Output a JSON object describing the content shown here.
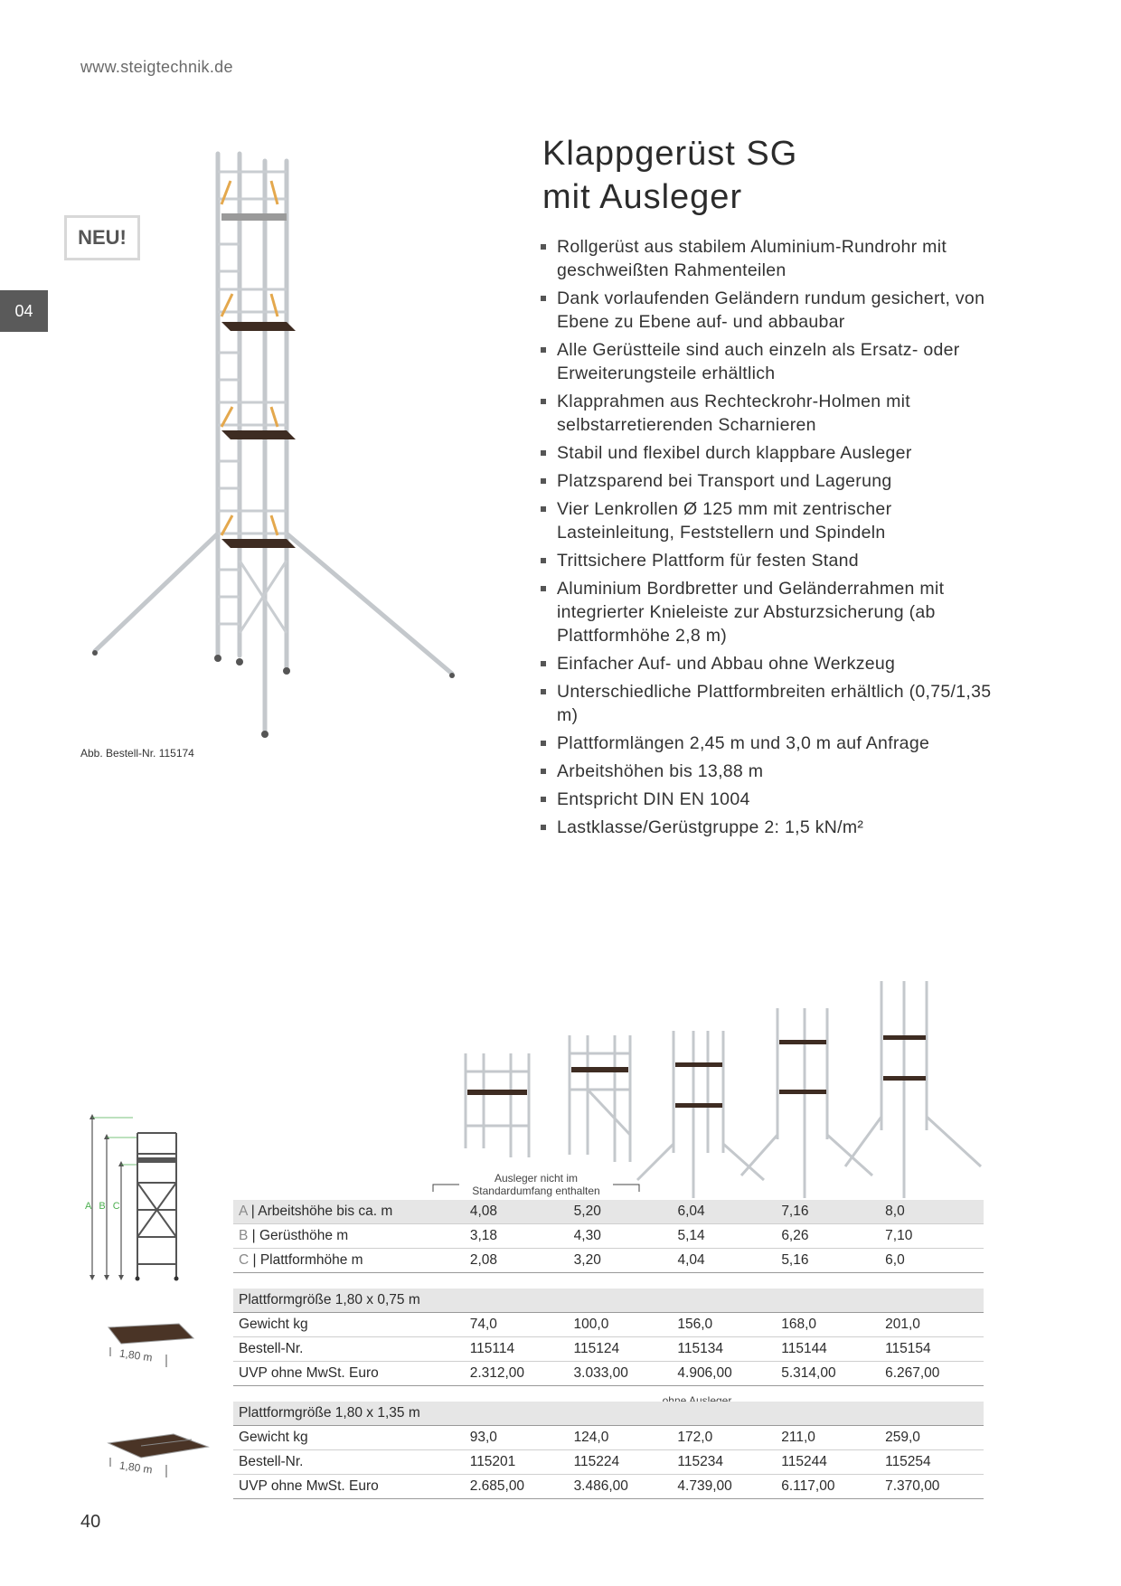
{
  "header": {
    "url": "www.steigtechnik.de"
  },
  "badge": "NEU!",
  "chapter_tab": "04",
  "image_caption": "Abb. Bestell-Nr. 115174",
  "title": {
    "line1": "Klappgerüst SG",
    "line2": "mit Ausleger"
  },
  "features": [
    "Rollgerüst aus stabilem Aluminium-Rundrohr mit geschweißten Rahmenteilen",
    "Dank vorlaufenden Geländern rundum gesichert, von Ebene zu Ebene auf- und abbaubar",
    "Alle Gerüstteile sind auch einzeln als Ersatz- oder Erweiterungsteile erhältlich",
    "Klapprahmen aus Rechteckrohr-Holmen mit selbstarretierenden Scharnieren",
    "Stabil und flexibel durch klappbare Ausleger",
    "Platzsparend bei Transport und Lagerung",
    "Vier Lenkrollen Ø 125 mm mit zentrischer Lasteinleitung, Feststellern und Spindeln",
    "Trittsichere Plattform für festen Stand",
    "Aluminium Bordbretter und Geländerrahmen mit integrierter Knieleiste zur Absturzsicherung (ab Plattformhöhe 2,8 m)",
    "Einfacher Auf- und Abbau ohne Werkzeug",
    "Unterschiedliche Plattformbreiten erhältlich (0,75/1,35 m)",
    "Plattformlängen 2,45 m und 3,0 m auf Anfrage",
    "Arbeitshöhen bis 13,88 m",
    "Entspricht DIN EN 1004",
    "Lastklasse/Gerüstgruppe 2: 1,5 kN/m²"
  ],
  "diagram_labels": {
    "a": "A",
    "b": "B",
    "c": "C",
    "platform_length_1": "1,80 m",
    "platform_length_2": "1,80 m"
  },
  "notes": {
    "ausleger_not_included": "Ausleger nicht im Standardumfang enthalten",
    "ohne_ausleger": "ohne Ausleger"
  },
  "heights_table": [
    {
      "letter": "A",
      "label": " | Arbeitshöhe bis ca. m",
      "values": [
        "4,08",
        "5,20",
        "6,04",
        "7,16",
        "8,0"
      ]
    },
    {
      "letter": "B",
      "label": " | Gerüsthöhe m",
      "values": [
        "3,18",
        "4,30",
        "5,14",
        "6,26",
        "7,10"
      ]
    },
    {
      "letter": "C",
      "label": " | Plattformhöhe m",
      "values": [
        "2,08",
        "3,20",
        "4,04",
        "5,16",
        "6,0"
      ]
    }
  ],
  "platform_075": {
    "heading": "Plattformgröße 1,80 x 0,75 m",
    "rows": [
      {
        "label": "Gewicht kg",
        "values": [
          "74,0",
          "100,0",
          "156,0",
          "168,0",
          "201,0"
        ]
      },
      {
        "label": "Bestell-Nr.",
        "values": [
          "115114",
          "115124",
          "115134",
          "115144",
          "115154"
        ]
      },
      {
        "label": "UVP ohne MwSt. Euro",
        "values": [
          "2.312,00",
          "3.033,00",
          "4.906,00",
          "5.314,00",
          "6.267,00"
        ]
      }
    ]
  },
  "platform_135": {
    "heading": "Plattformgröße 1,80 x 1,35 m",
    "rows": [
      {
        "label": "Gewicht kg",
        "values": [
          "93,0",
          "124,0",
          "172,0",
          "211,0",
          "259,0"
        ]
      },
      {
        "label": "Bestell-Nr.",
        "values": [
          "115201",
          "115224",
          "115234",
          "115244",
          "115254"
        ]
      },
      {
        "label": "UVP ohne MwSt. Euro",
        "values": [
          "2.685,00",
          "3.486,00",
          "4.739,00",
          "6.117,00",
          "7.370,00"
        ]
      }
    ]
  },
  "page_number": "40"
}
